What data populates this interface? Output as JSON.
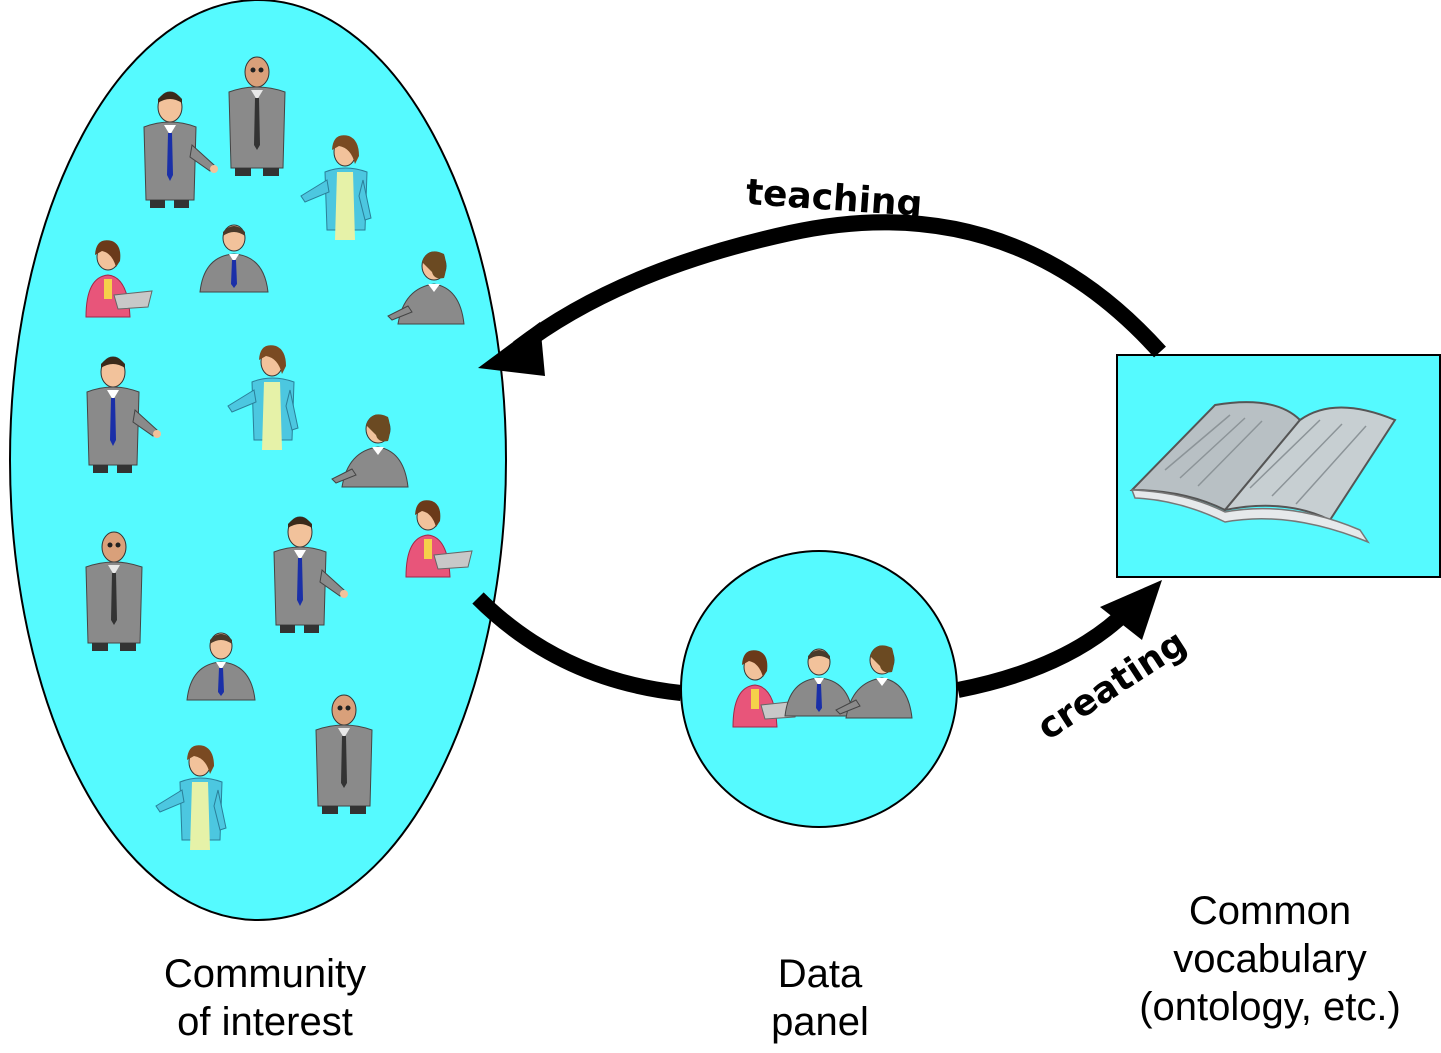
{
  "nodes": {
    "community": {
      "line1": "Community",
      "line2": "of interest"
    },
    "panel": {
      "line1": "Data",
      "line2": "panel"
    },
    "vocabulary": {
      "line1": "Common",
      "line2": "vocabulary",
      "line3": "(ontology, etc.)"
    }
  },
  "edges": {
    "teaching": "teaching",
    "creating": "creating"
  },
  "colors": {
    "fill": "#55FAFF",
    "stroke": "#000000",
    "suit_gray": "#8a8a8a",
    "skin": "#f2c29b",
    "tie_blue": "#1a2fa8",
    "jacket_cyan": "#4cc7e0",
    "blouse_pink": "#e8557a"
  },
  "icons": [
    "person-standing-icon",
    "person-seated-icon",
    "open-book-icon"
  ]
}
